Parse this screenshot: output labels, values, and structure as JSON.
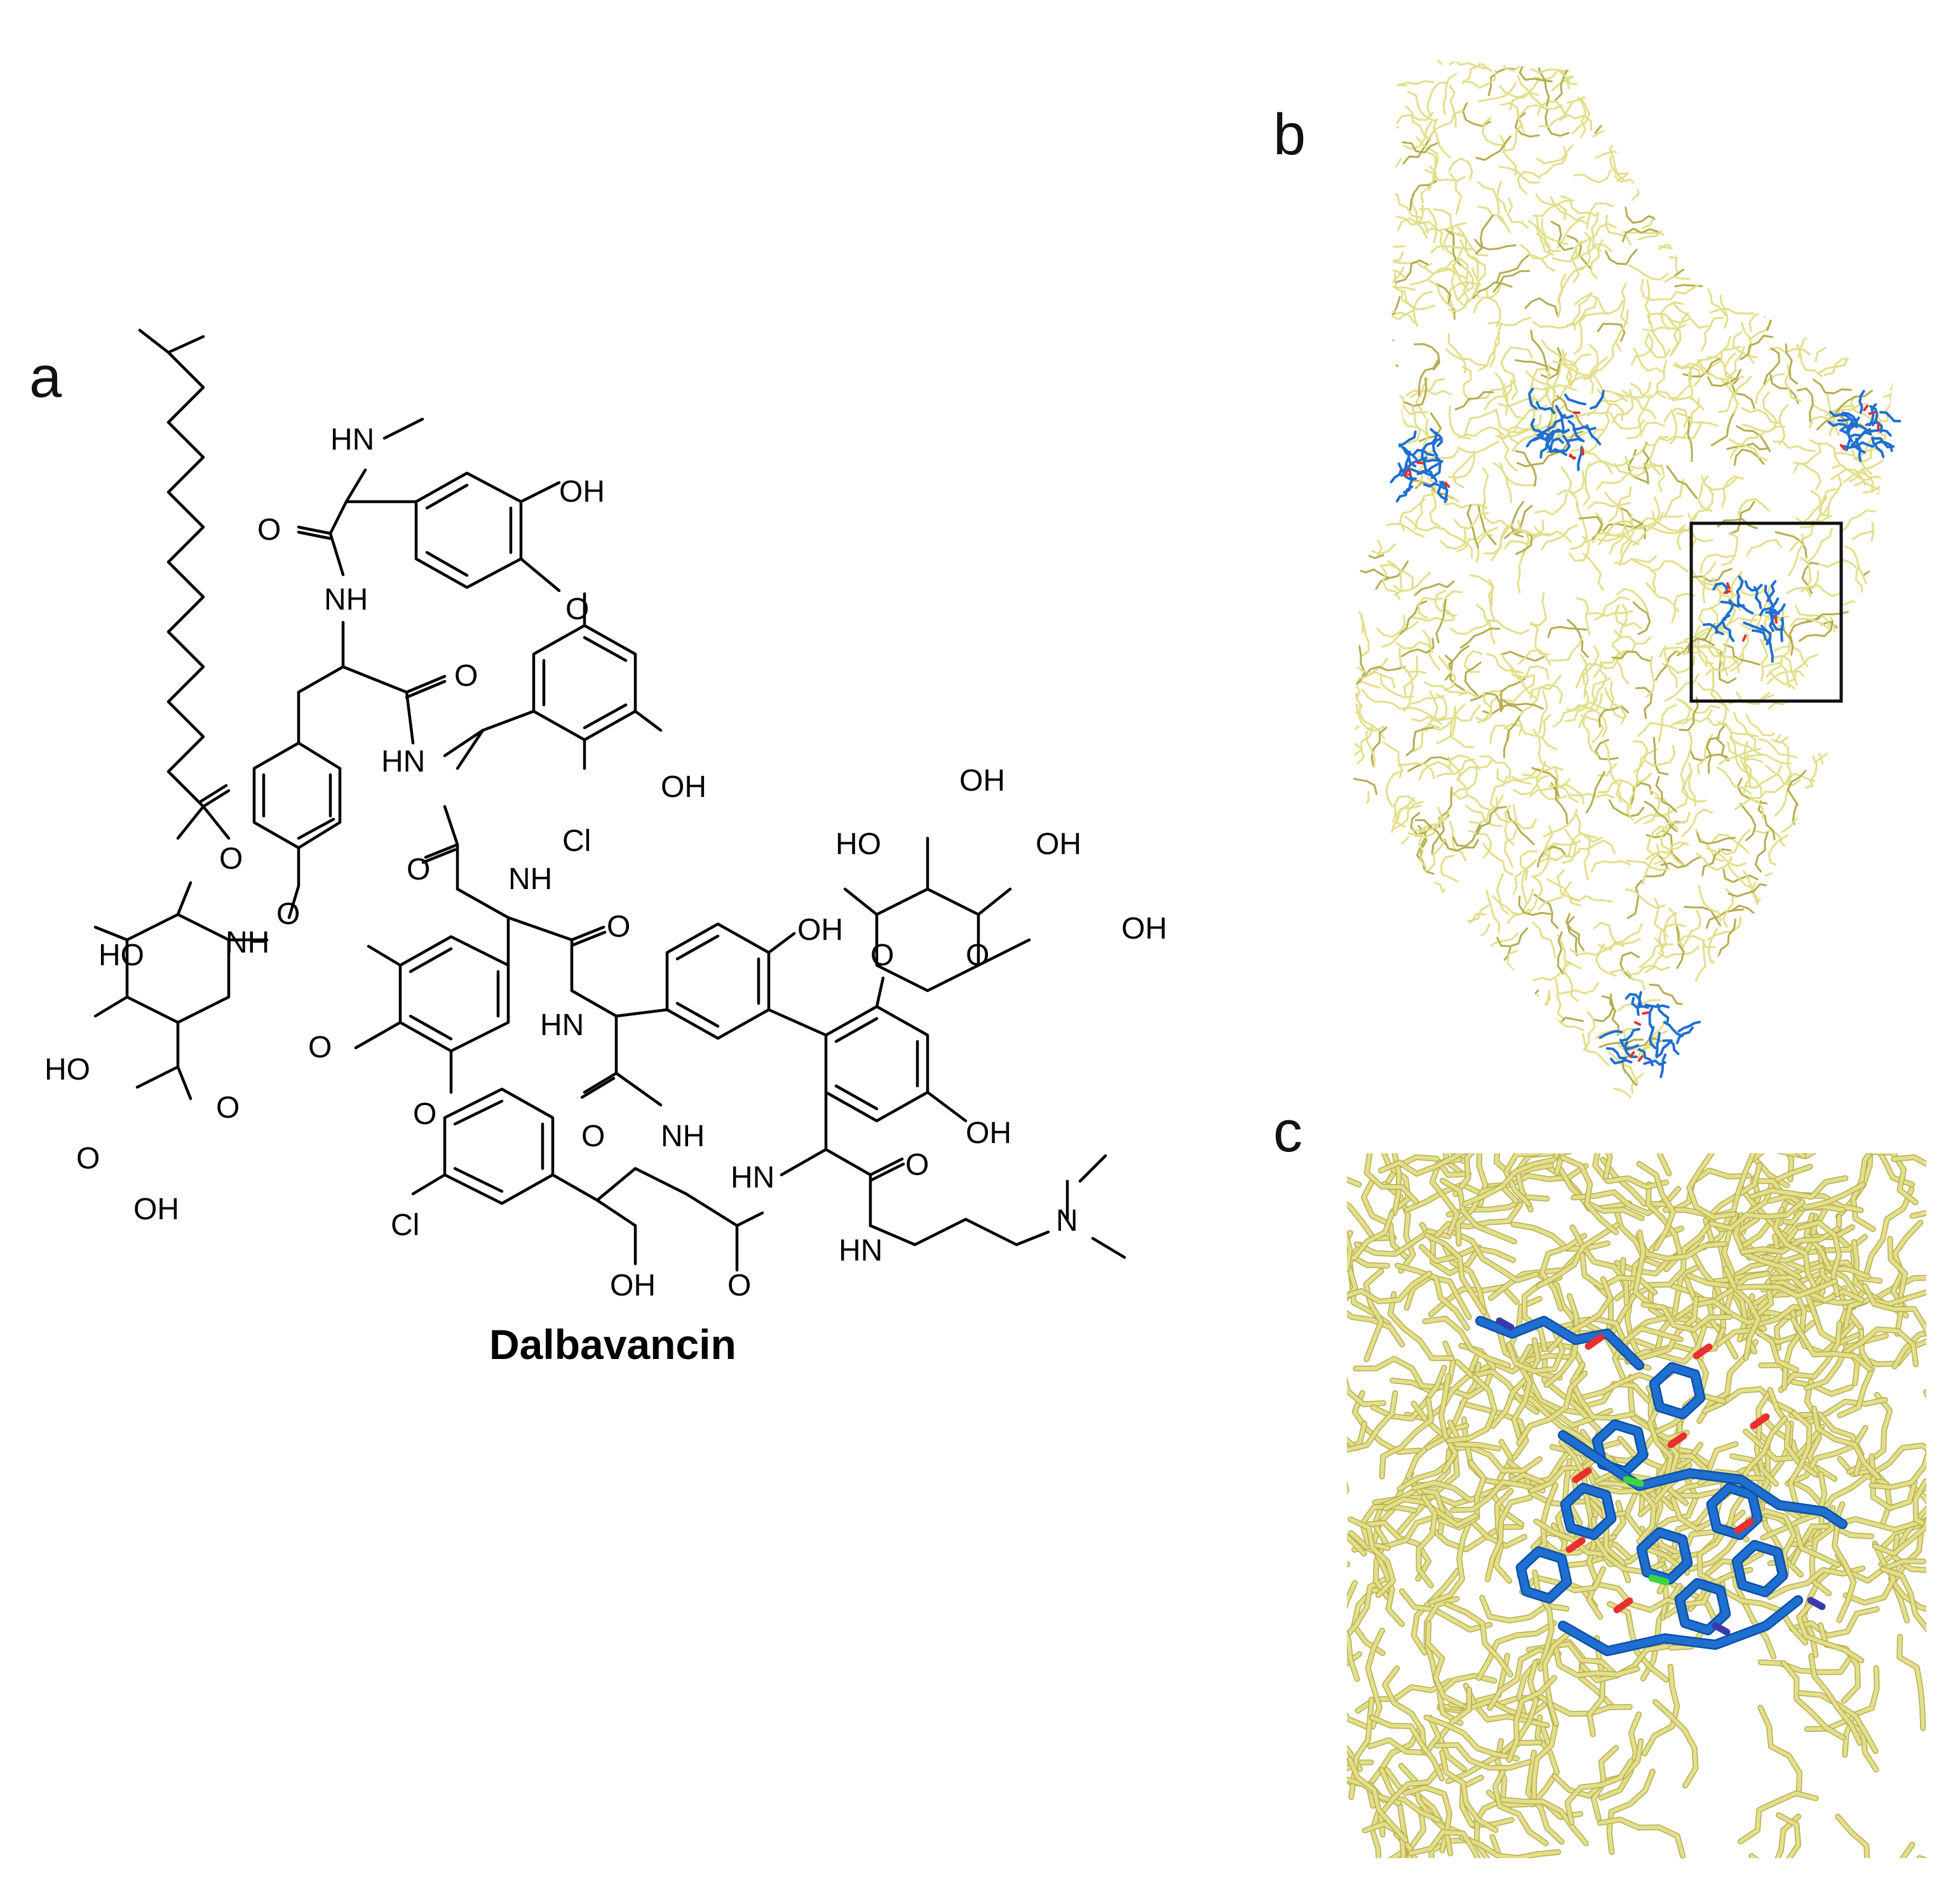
{
  "panels": {
    "a": {
      "letter": "a",
      "compound_name": "Dalbavancin",
      "atom_labels": {
        "hn_top": "HN",
        "o_amide1": "O",
        "oh_top": "OH",
        "nh_1": "NH",
        "o_ether_top": "O",
        "o_amide2": "O",
        "hn_2": "HN",
        "oh_right": "OH",
        "cl_1": "Cl",
        "o_amide3": "O",
        "nh_3": "NH",
        "o_amide4": "O",
        "o_acyl": "O",
        "nh_acyl": "NH",
        "ho_s1": "HO",
        "ho_s2": "HO",
        "o_glyco": "O",
        "o_ring1": "O",
        "o_acid": "O",
        "oh_acid": "OH",
        "o_ether_left": "O",
        "o_ether_bottom": "O",
        "hn_4": "HN",
        "oh_phenol": "OH",
        "oh_sugar_top": "OH",
        "ho_sugar": "HO",
        "oh_sugar_r": "OH",
        "o_sugar_link": "O",
        "o_ring2": "O",
        "oh_ch2": "OH",
        "o_amide5": "O",
        "nh_5": "NH",
        "cl_2": "Cl",
        "oh_benzyl": "OH",
        "o_amide6": "O",
        "hn_6": "HN",
        "o_amide7": "O",
        "oh_resorc": "OH",
        "hn_7": "HN",
        "n_dimethyl": "N"
      }
    },
    "b": {
      "letter": "b"
    },
    "c": {
      "letter": "c"
    }
  },
  "colors": {
    "protein": "#e3df8a",
    "protein_dark": "#b5ad4f",
    "ligand": "#1f6fd0",
    "ligand_dark": "#0b4fa8",
    "oxygen": "#e8302e",
    "nitrogen": "#3a3aa8",
    "chlorine": "#3ad63a",
    "sulfur": "#e6d51a",
    "bond": "#000000"
  }
}
